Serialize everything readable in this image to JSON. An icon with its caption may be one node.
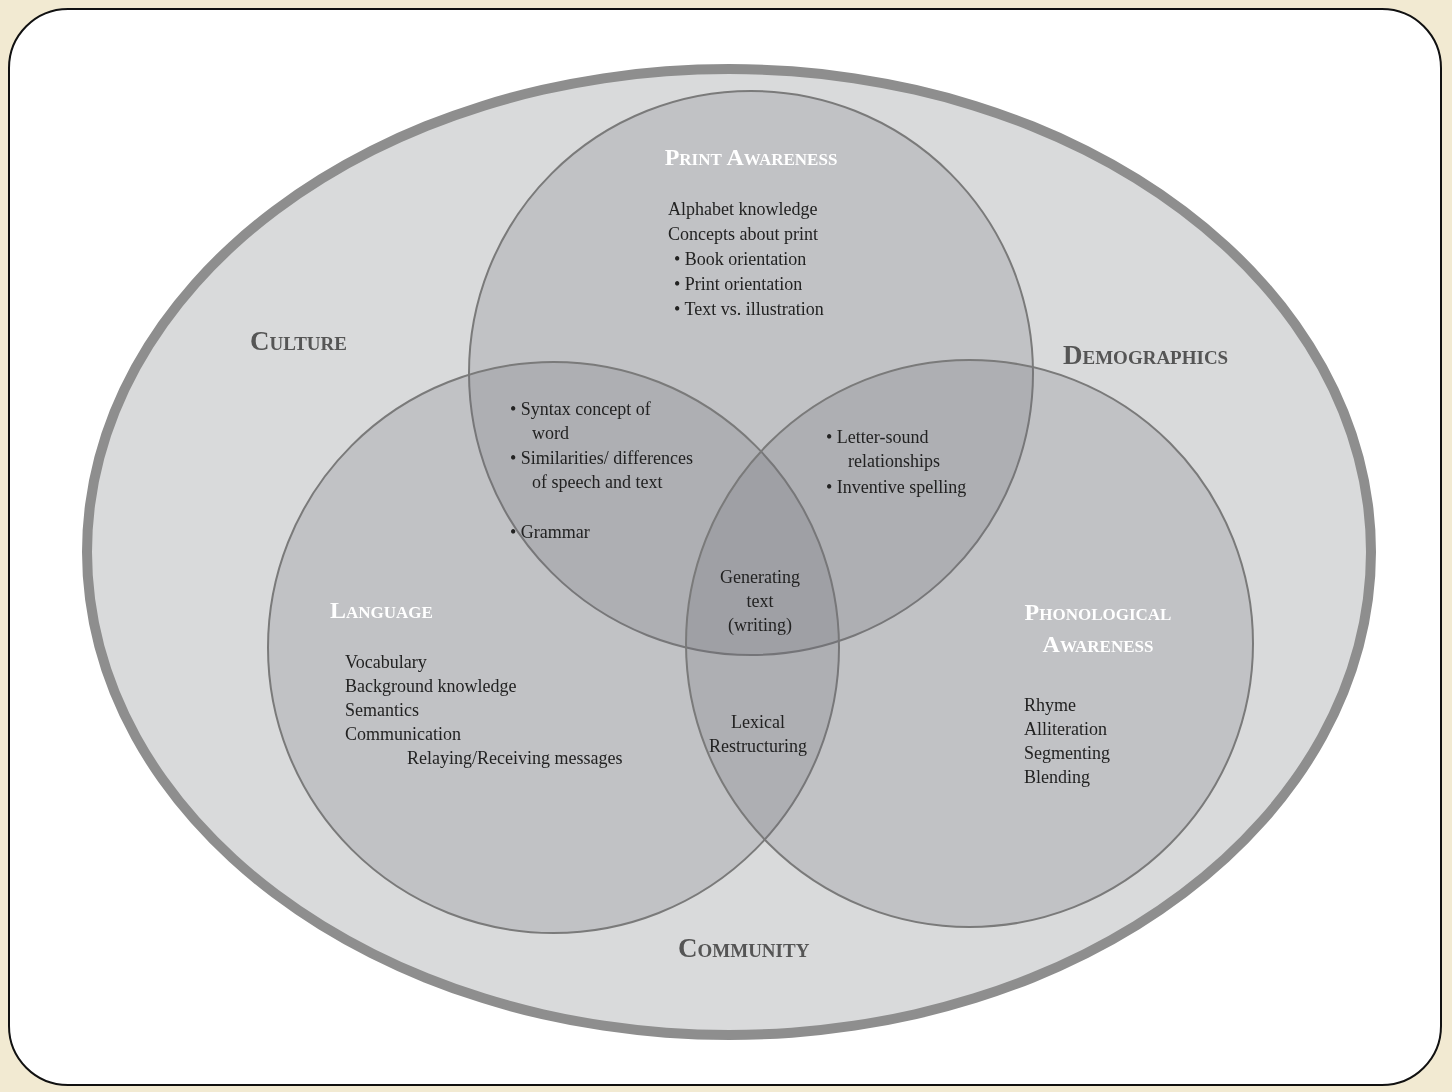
{
  "diagram": {
    "nodes": [
      {
        "text": [
          "Culture",
          "Demographics",
          "Community"
        ]
      },
      {
        "text": [
          "Print Awareness",
          "Alphabet knowledge",
          "Concepts about print",
          "• Book orientation",
          "• Print orientation",
          "• Text vs. illustration"
        ],
        "in": 0
      },
      {
        "text": [
          "Language",
          "Vocabulary",
          "Background knowledge",
          "Semantics",
          "Communication",
          "Relaying/Receiving messages"
        ],
        "in": 0
      },
      {
        "text": [
          "Phonological Awareness",
          "Rhyme",
          "Alliteration",
          "Segmenting",
          "Blending"
        ],
        "in": 0
      }
    ],
    "labels": [
      "• Syntax concept of word",
      "• Similarities/ differences of speech and text",
      "• Grammar",
      "• Letter-sound relationships",
      "• Inventive spelling",
      "Generating text (writing)",
      "Lexical Restructuring"
    ]
  }
}
